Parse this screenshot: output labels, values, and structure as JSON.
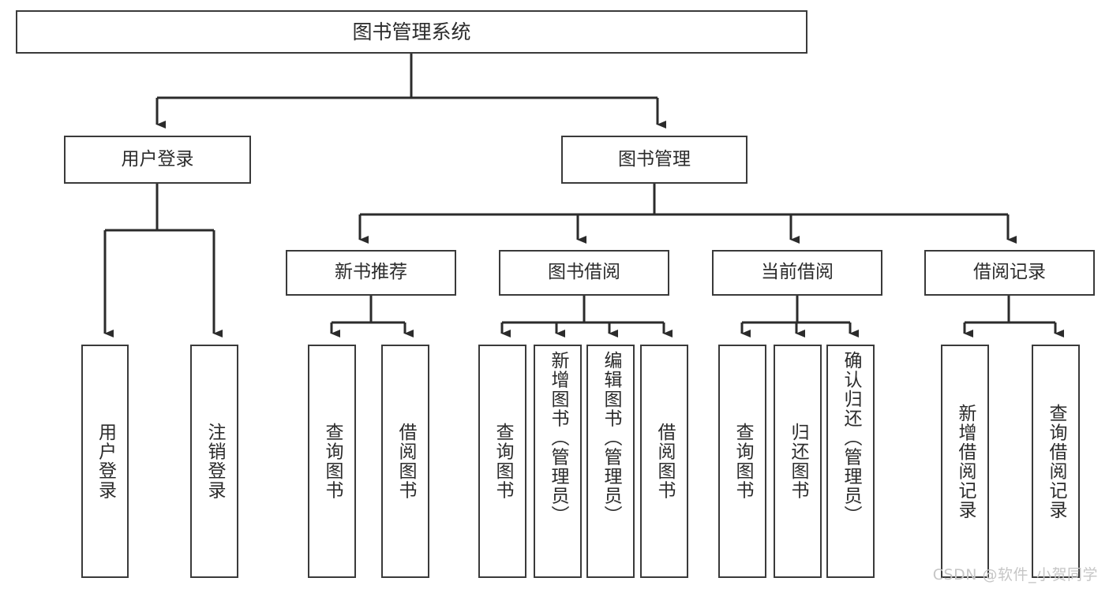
{
  "diagram": {
    "title": "图书管理系统",
    "type": "tree",
    "watermark": "CSDN @软件_小贺同学",
    "colors": {
      "stroke": "#3a3a3a",
      "text": "#2b2b2b",
      "background": "#ffffff",
      "watermark": "#c6c6c6"
    },
    "root": {
      "label": "图书管理系统"
    },
    "level2": [
      {
        "label": "用户登录"
      },
      {
        "label": "图书管理"
      }
    ],
    "level3": [
      {
        "label": "新书推荐"
      },
      {
        "label": "图书借阅"
      },
      {
        "label": "当前借阅"
      },
      {
        "label": "借阅记录"
      }
    ],
    "leaves": {
      "user_login": [
        {
          "label": "用户登录"
        },
        {
          "label": "注销登录"
        }
      ],
      "new_book": [
        {
          "label": "查询图书"
        },
        {
          "label": "借阅图书"
        }
      ],
      "borrow_book": [
        {
          "label": "查询图书"
        },
        {
          "label": "新增图书（管理员）"
        },
        {
          "label": "编辑图书（管理员）"
        },
        {
          "label": "借阅图书"
        }
      ],
      "current_borrow": [
        {
          "label": "查询图书"
        },
        {
          "label": "归还图书"
        },
        {
          "label": "确认归还（管理员）"
        }
      ],
      "borrow_record": [
        {
          "label": "新增借阅记录"
        },
        {
          "label": "查询借阅记录"
        }
      ]
    }
  }
}
